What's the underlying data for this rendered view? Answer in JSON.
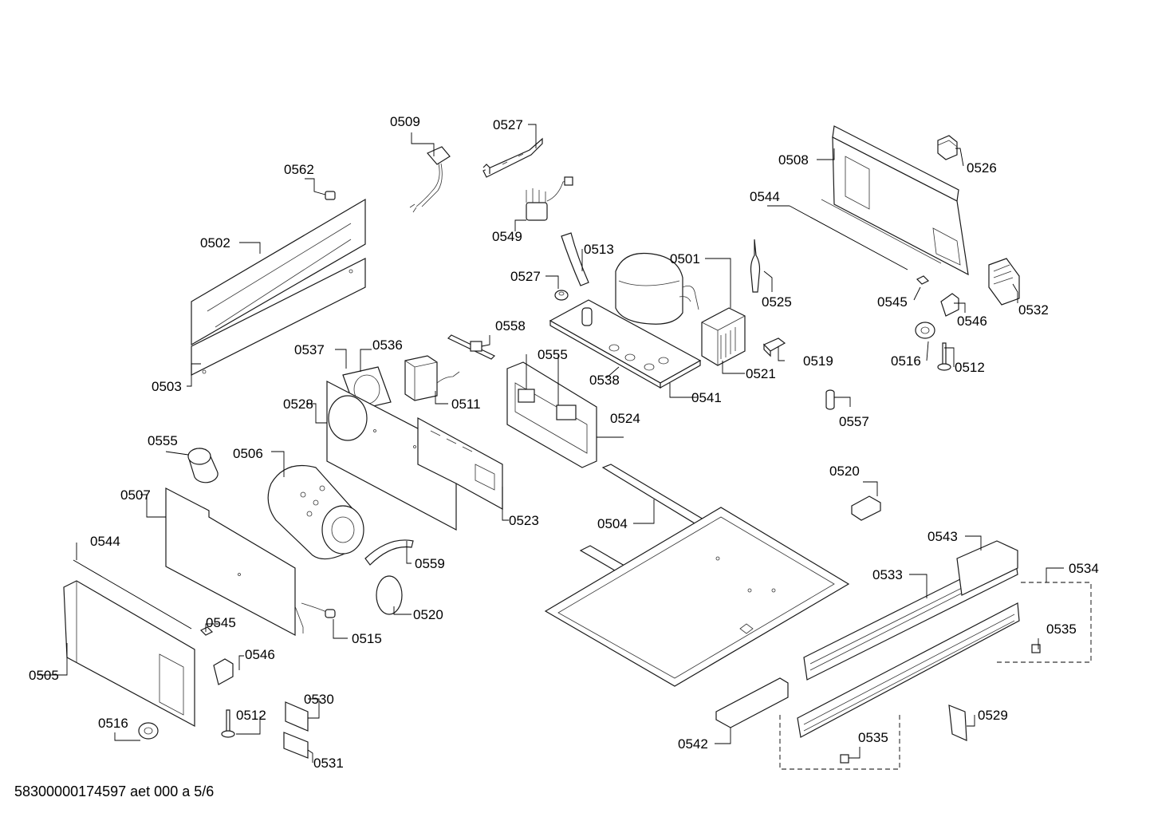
{
  "footer": "58300000174597 aet 000 a 5/6",
  "labels": {
    "l0509": "0509",
    "l0527a": "0527",
    "l0562": "0562",
    "l0502": "0502",
    "l0503": "0503",
    "l0549": "0549",
    "l0513": "0513",
    "l0527b": "0527",
    "l0501": "0501",
    "l0525": "0525",
    "l0508": "0508",
    "l0526": "0526",
    "l0544a": "0544",
    "l0545a": "0545",
    "l0546a": "0546",
    "l0532": "0532",
    "l0516a": "0516",
    "l0512a": "0512",
    "l0558": "0558",
    "l0537": "0537",
    "l0536": "0536",
    "l0555a": "0555",
    "l0538": "0538",
    "l0521": "0521",
    "l0519": "0519",
    "l0541": "0541",
    "l0511": "0511",
    "l0528": "0528",
    "l0524": "0524",
    "l0557": "0557",
    "l0555b": "0555",
    "l0506": "0506",
    "l0523": "0523",
    "l0507": "0507",
    "l0520a": "0520",
    "l0504": "0504",
    "l0543": "0543",
    "l0534": "0534",
    "l0533": "0533",
    "l0544b": "0544",
    "l0559": "0559",
    "l0520b": "0520",
    "l0545b": "0545",
    "l0515": "0515",
    "l0535a": "0535",
    "l0505": "0505",
    "l0546b": "0546",
    "l0530": "0530",
    "l0516b": "0516",
    "l0512b": "0512",
    "l0531": "0531",
    "l0542": "0542",
    "l0535b": "0535",
    "l0529": "0529"
  }
}
